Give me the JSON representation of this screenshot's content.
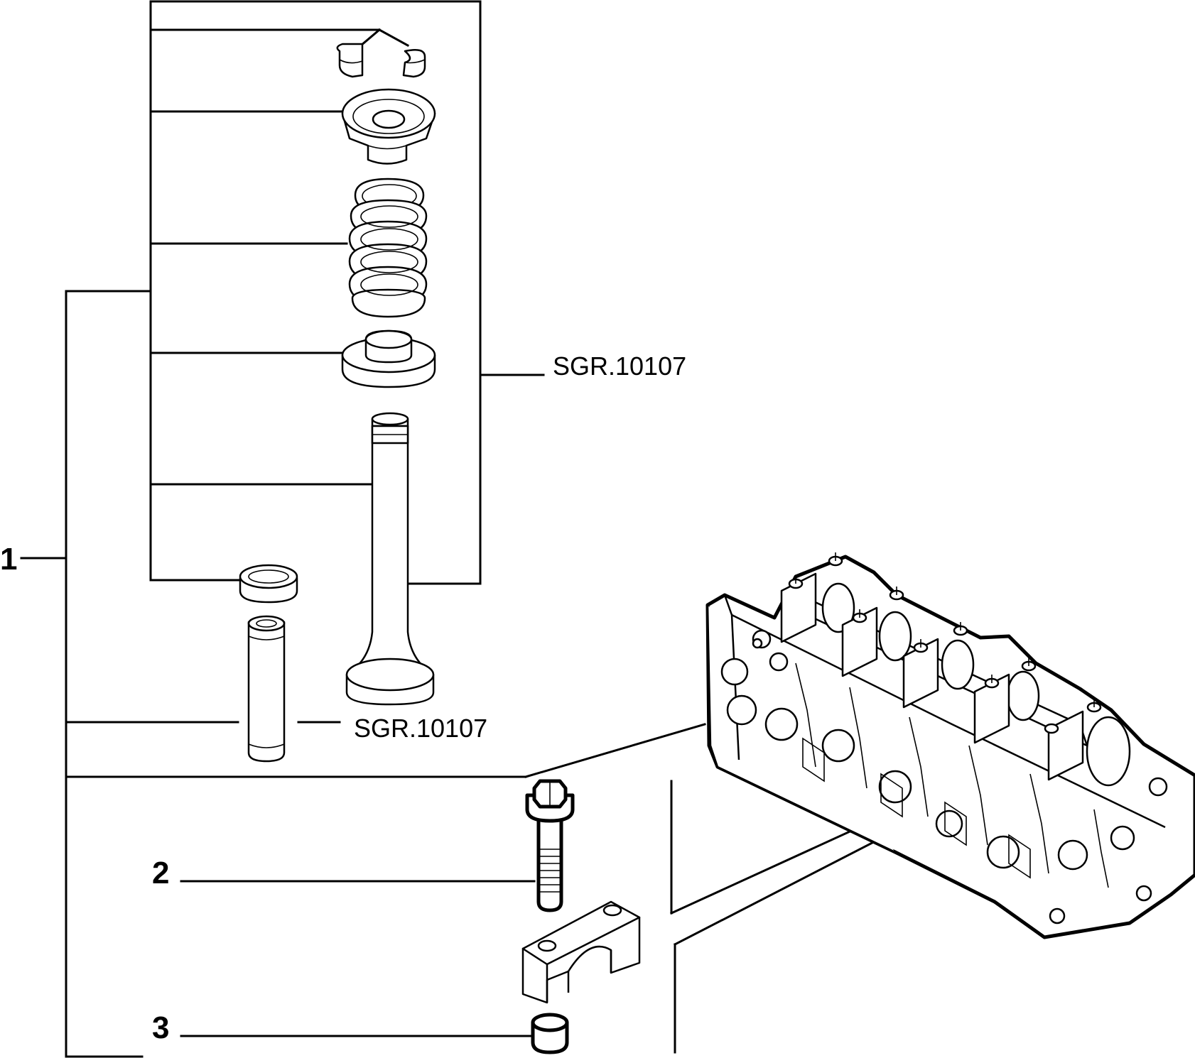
{
  "callouts": {
    "item1": "1",
    "item2": "2",
    "item3": "3",
    "ref_valve_kit": "SGR.10107",
    "ref_valve_guide": "SGR.10107"
  },
  "colors": {
    "line": "#000000",
    "background": "#ffffff"
  }
}
